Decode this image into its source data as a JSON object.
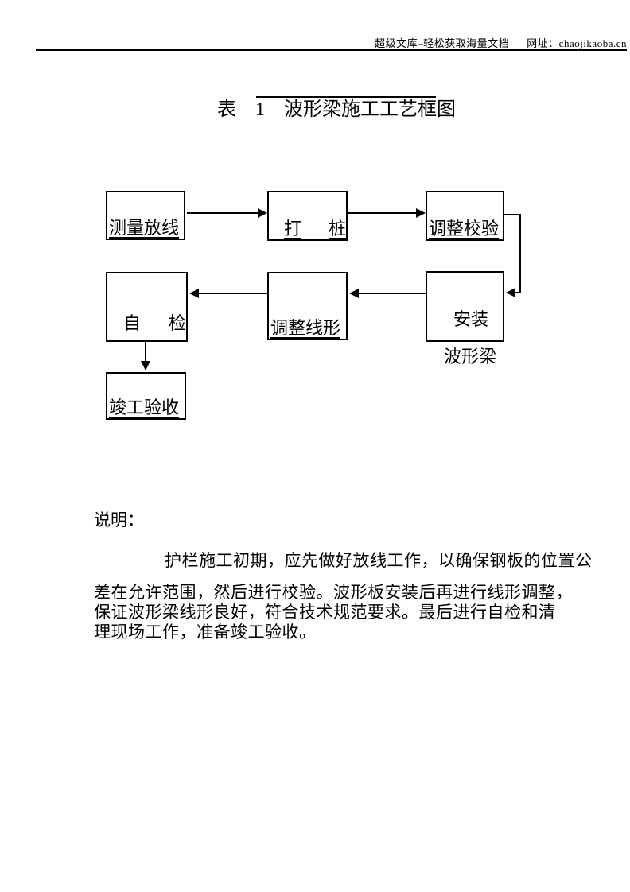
{
  "page": {
    "theme": {
      "ink": "#000000",
      "background": "#ffffff"
    },
    "header": {
      "site": "超级文库–轻松获取海量文档",
      "url": "网址：chaojikaoba.cn"
    },
    "title": "表　1　波形梁施工工艺框图",
    "flowchart": {
      "boxes": [
        {
          "id": "measure",
          "label": "测量放线"
        },
        {
          "id": "pile",
          "label_parts": [
            "打",
            "桩"
          ]
        },
        {
          "id": "adjust-check",
          "label": "调整校验"
        },
        {
          "id": "self-check",
          "label_parts": [
            "自",
            "检"
          ]
        },
        {
          "id": "adjust-align",
          "label": "调整线形"
        },
        {
          "id": "install",
          "label": "安装",
          "sublabel": "波形梁"
        },
        {
          "id": "completion",
          "label": "竣工验收"
        }
      ]
    },
    "explanation": {
      "heading": "说明：",
      "lines": [
        "护栏施工初期，应先做好放线工作，以确保钢板的位置公",
        "差在允许范围，然后进行校验。波形板安装后再进行线形调整，",
        "保证波形梁线形良好，符合技术规范要求。最后进行自检和清",
        "理现场工作，准备竣工验收。"
      ]
    }
  }
}
